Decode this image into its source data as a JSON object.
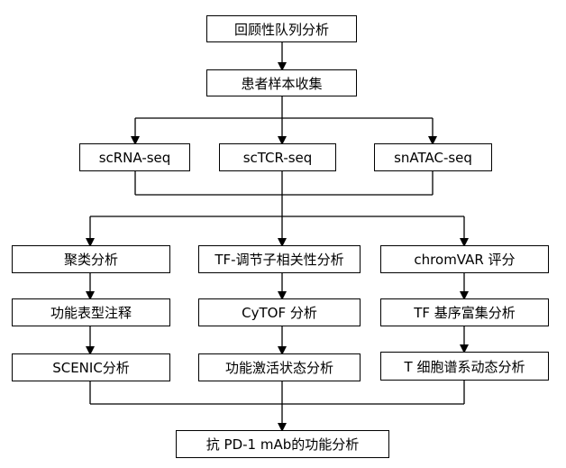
{
  "flow": {
    "step1": "回顾性队列分析",
    "step2": "患者样本收集",
    "seq": {
      "rna": "scRNA-seq",
      "tcr": "scTCR-seq",
      "atac": "snATAC-seq"
    },
    "col_left": [
      "聚类分析",
      "功能表型注释",
      "SCENIC分析"
    ],
    "col_mid": [
      "TF-调节子相关性分析",
      "CyTOF 分析",
      "功能激活状态分析"
    ],
    "col_right": [
      "chromVAR 评分",
      "TF 基序富集分析",
      "T 细胞谱系动态分析"
    ],
    "final": "抗 PD-1 mAb的功能分析"
  }
}
